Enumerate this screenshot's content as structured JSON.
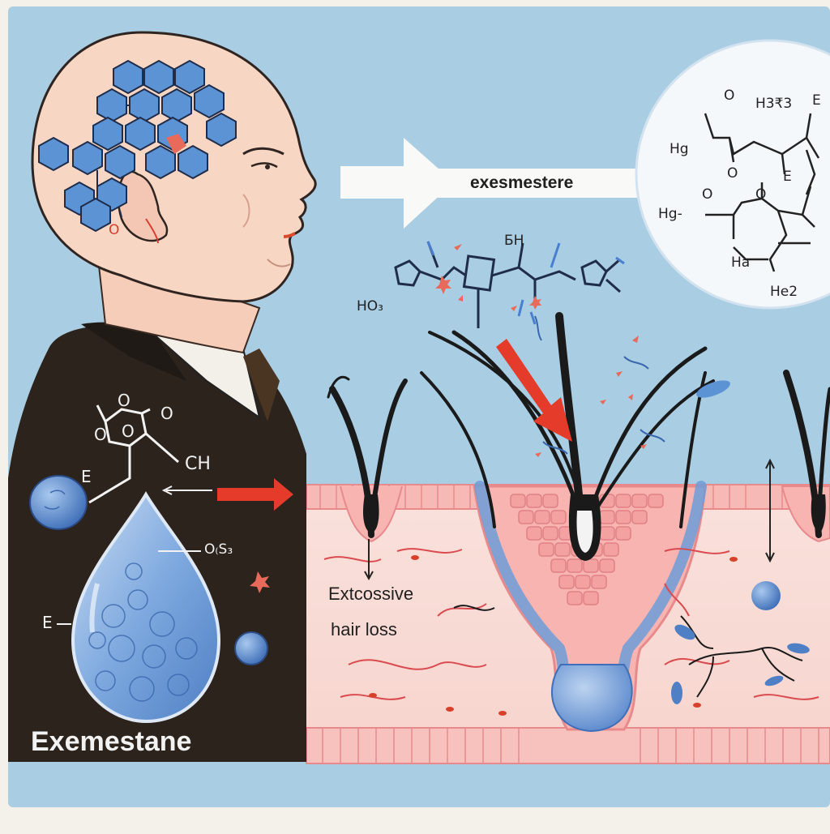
{
  "labels": {
    "bottom_left_name": "Exemestane",
    "arrow_label": "exesmestere",
    "hair_loss_line1": "Extcossive",
    "hair_loss_line2": "hair loss"
  },
  "chem_labels": {
    "bubble": [
      "H3₹3",
      "E",
      "Hg",
      "E",
      "Hg-",
      "Ha",
      "He2",
      "O",
      "O",
      "O",
      "O"
    ],
    "mid": [
      "ƂH",
      "HO₃"
    ],
    "coat": [
      "O",
      "O",
      "O",
      "O",
      "E",
      "CH",
      "O₍S₃",
      "E"
    ],
    "head": [
      "O"
    ]
  },
  "colors": {
    "background": "#a9cde3",
    "border": "#f4f1ea",
    "coat": "#2b231c",
    "skin_layer": "#f9d5cf",
    "cells": "#f3a7a8",
    "molecule_blue": "#5b93d4",
    "arrow_red": "#e53b2a",
    "hair": "#1a1a1a"
  },
  "icons": [
    "molecule-hex-cluster-icon",
    "white-right-arrow-icon",
    "red-arrow-icon",
    "droplet-icon",
    "hair-follicle-icon"
  ]
}
